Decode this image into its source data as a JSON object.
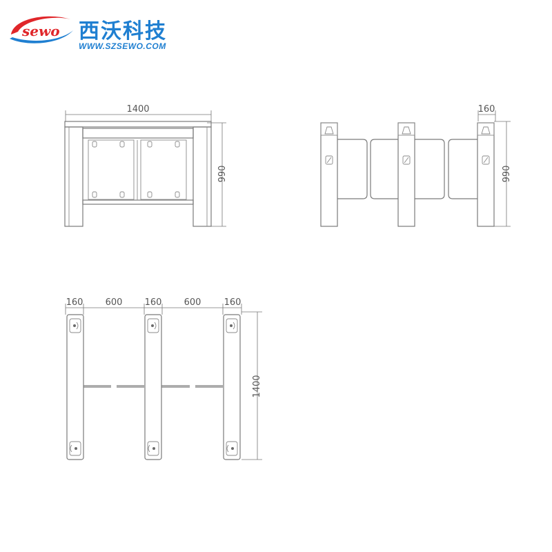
{
  "brand": {
    "logo_script": "sewo",
    "name_cn": "西沃科技",
    "url": "WWW.SZSEWO.COM",
    "colors": {
      "blue": "#1f7fd1",
      "red": "#e0262a"
    }
  },
  "front_view": {
    "width_label": "1400",
    "height_label": "990"
  },
  "side_view": {
    "post_width_label": "160",
    "height_label": "990"
  },
  "top_view": {
    "segment_labels": [
      "160",
      "600",
      "160",
      "600",
      "160"
    ],
    "length_label": "1400"
  }
}
